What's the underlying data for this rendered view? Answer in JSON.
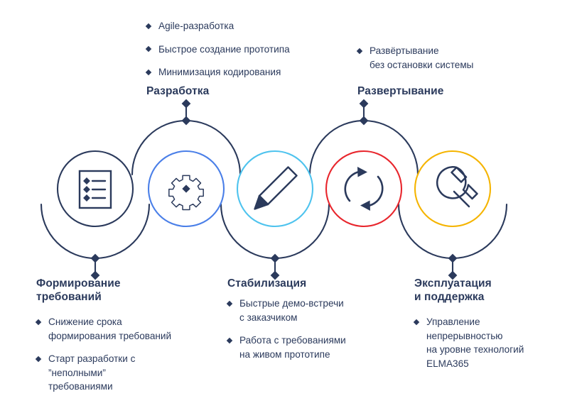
{
  "diagram": {
    "type": "process-lifecycle-wave",
    "palette": {
      "navy": "#2b3a5c",
      "blue": "#4a7fe8",
      "cyan": "#4ec3ee",
      "red": "#e8262d",
      "yellow": "#f5b400",
      "background": "#ffffff"
    },
    "stages": [
      {
        "id": "requirements",
        "position": "bottom",
        "icon": "document-checklist-icon",
        "ring_color": "#2b3a5c",
        "heading": "Формирование\nтребований",
        "bullets": [
          "Снижение срока\nформирования требований",
          "Старт разработки с\n”неполными”\nтребованиями"
        ]
      },
      {
        "id": "development",
        "position": "top",
        "icon": "gear-icon",
        "ring_color": "#4a7fe8",
        "heading": "Разработка",
        "bullets": [
          "Agile-разработка",
          "Быстрое создание прототипа",
          "Минимизация кодирования"
        ]
      },
      {
        "id": "stabilization",
        "position": "bottom",
        "icon": "pencil-icon",
        "ring_color": "#4ec3ee",
        "heading": "Стабилизация",
        "bullets": [
          "Быстрые демо-встречи\nс заказчиком",
          "Работа с требованиями\nна живом прототипе"
        ]
      },
      {
        "id": "deployment",
        "position": "top",
        "icon": "sync-arrows-icon",
        "ring_color": "#e8262d",
        "heading": "Развертывание",
        "bullets": [
          "Развёртывание\nбез остановки системы"
        ]
      },
      {
        "id": "operation",
        "position": "bottom",
        "icon": "wrench-icon",
        "ring_color": "#f5b400",
        "heading": "Эксплуатация\nи поддержка",
        "bullets": [
          "Управление\nнепрерывностью\nна уровне технологий\nELMA365"
        ]
      }
    ]
  }
}
